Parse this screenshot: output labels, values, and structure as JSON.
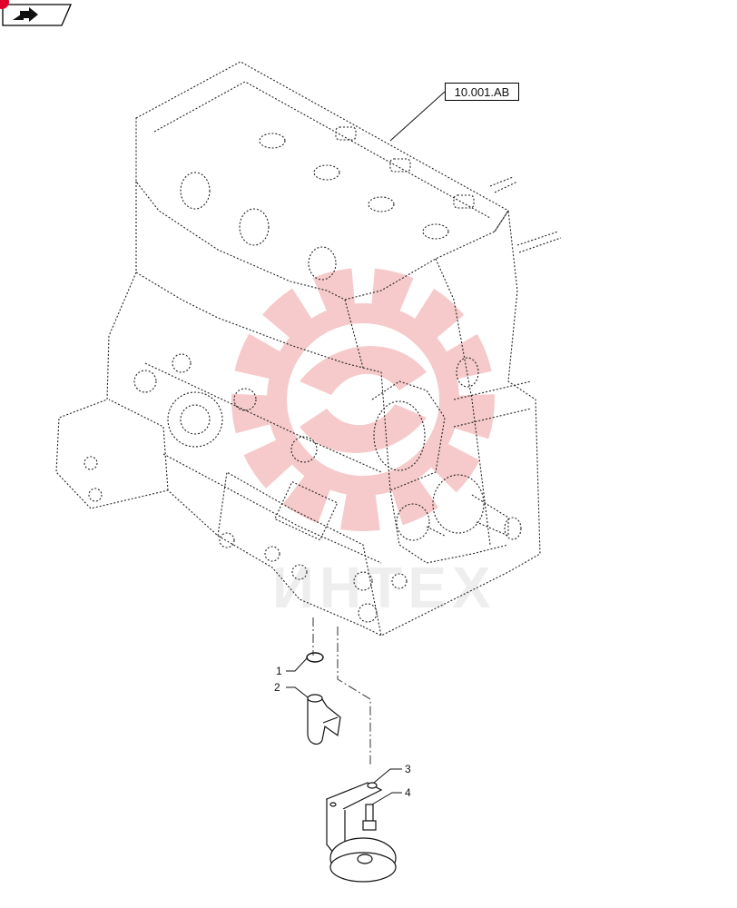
{
  "reference_label": "10.001.AB",
  "callouts": [
    "1",
    "2",
    "3",
    "4"
  ],
  "watermark_text": "ИНТЕХ",
  "icons": {
    "nav": "back-arrow-icon",
    "watermark": "gear-logo-icon"
  },
  "colors": {
    "line": "#222222",
    "watermark": "#f0a0a0",
    "nav_dot": "#e0002a"
  }
}
